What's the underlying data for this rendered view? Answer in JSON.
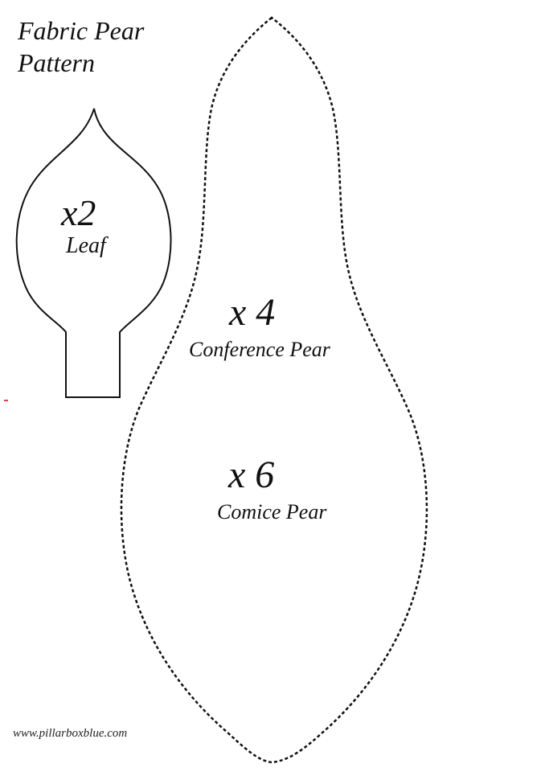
{
  "header": {
    "title_line1": "Fabric Pear",
    "title_line2": "Pattern"
  },
  "leaf_piece": {
    "count": "x2",
    "name": "Leaf"
  },
  "pear_piece": {
    "conference_count": "x 4",
    "conference_name": "Conference Pear",
    "comice_count": "x 6",
    "comice_name": "Comice Pear"
  },
  "footer": {
    "website": "www.pillarboxblue.com"
  },
  "colors": {
    "ink": "#111111",
    "background": "#ffffff",
    "stray_mark": "#d94040"
  }
}
